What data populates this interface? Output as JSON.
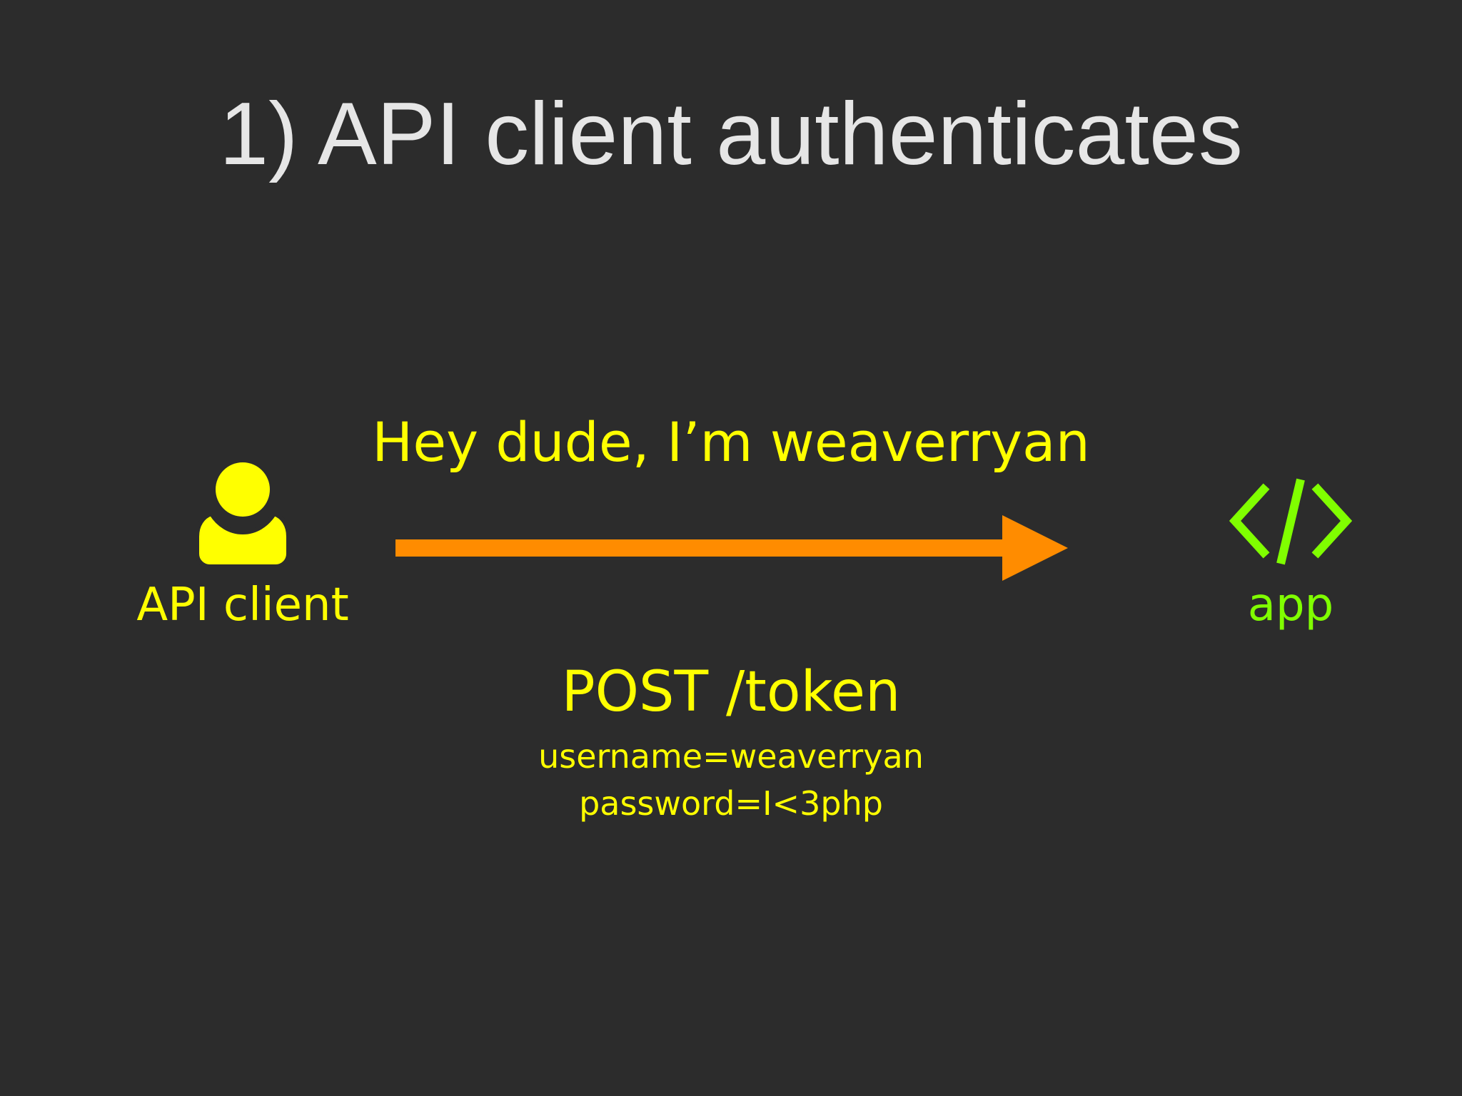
{
  "slide": {
    "title": "1) API client authenticates",
    "background_color": "#2c2c2c"
  },
  "client": {
    "label": "API client",
    "icon": "user-icon",
    "color": "#ffff00"
  },
  "app": {
    "label": "app",
    "icon": "code-icon",
    "color": "#80ff00"
  },
  "arrow": {
    "direction": "client-to-app",
    "color": "#ff8c00"
  },
  "message": {
    "text": "Hey dude, I’m weaverryan"
  },
  "request": {
    "line": "POST /token",
    "params": [
      "username=weaverryan",
      "password=I<3php"
    ]
  }
}
